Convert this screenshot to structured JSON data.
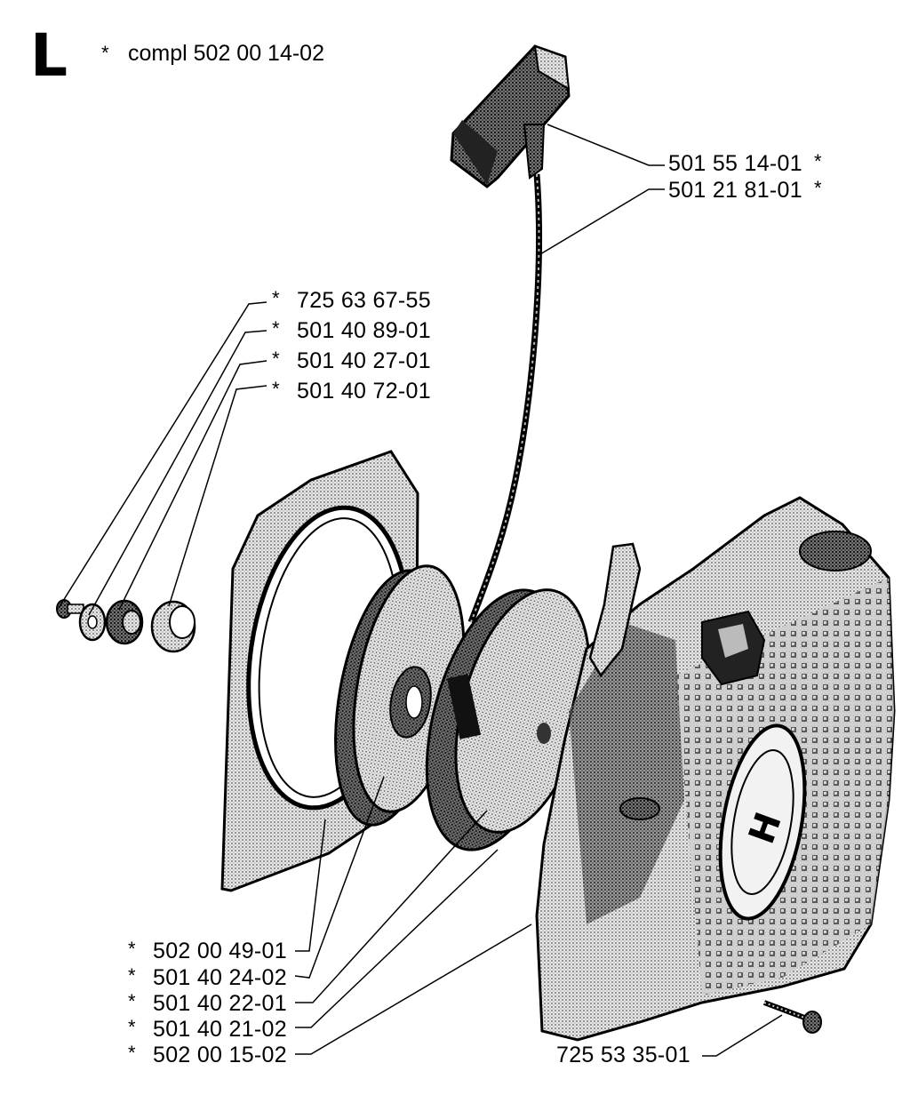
{
  "section": {
    "letter": "L",
    "star": "*",
    "compl": "compl 502 00 14-02"
  },
  "parts": [
    {
      "number": "501 55 14-01",
      "star": "*"
    },
    {
      "number": "501 21 81-01",
      "star": "*"
    },
    {
      "number": "725 63 67-55",
      "star": "*"
    },
    {
      "number": "501 40 89-01",
      "star": "*"
    },
    {
      "number": "501 40 27-01",
      "star": "*"
    },
    {
      "number": "501 40 72-01",
      "star": "*"
    },
    {
      "number": "502 00 49-01",
      "star": "*"
    },
    {
      "number": "501 40 24-02",
      "star": "*"
    },
    {
      "number": "501 40 22-01",
      "star": "*"
    },
    {
      "number": "501 40 21-02",
      "star": "*"
    },
    {
      "number": "502 00 15-02",
      "star": "*"
    },
    {
      "number": "725 53 35-01",
      "star": ""
    }
  ]
}
